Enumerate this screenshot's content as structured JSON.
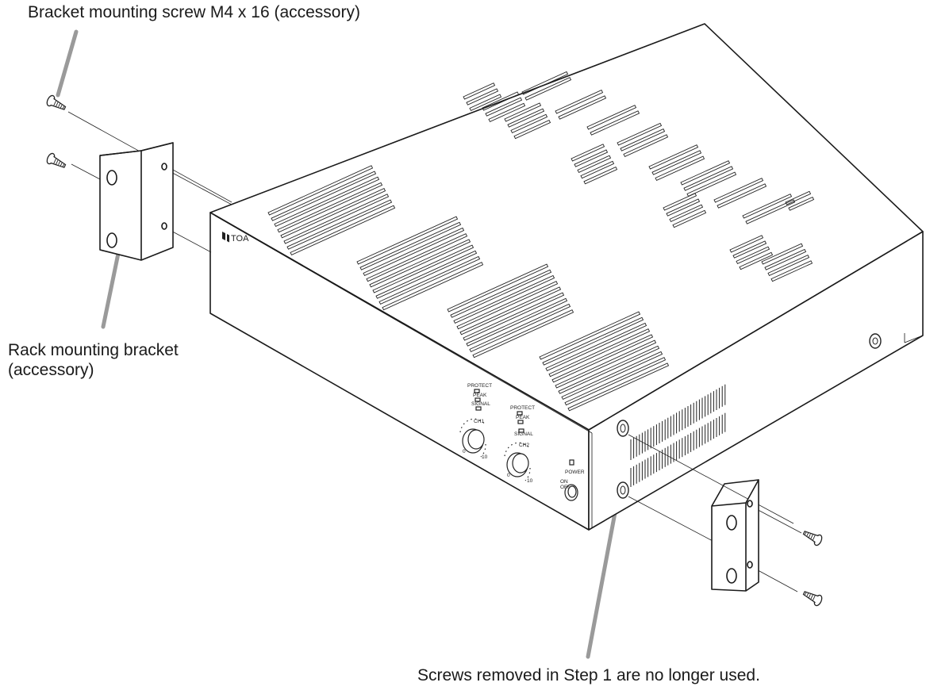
{
  "labels": {
    "bracket_screw": "Bracket mounting screw M4 x 16 (accessory)",
    "rack_bracket_line1": "Rack mounting bracket",
    "rack_bracket_line2": "(accessory)",
    "screws_removed": "Screws removed in Step 1 are no longer used."
  },
  "panel": {
    "brand": "TOA",
    "ch1": {
      "protect": "PROTECT",
      "peak": "PEAK",
      "signal": "SIGNAL",
      "name": "CH1",
      "min": "0",
      "max": "10"
    },
    "ch2": {
      "protect": "PROTECT",
      "peak": "PEAK",
      "signal": "SIGNAL",
      "name": "CH2",
      "min": "0",
      "max": "10"
    },
    "power": "POWER",
    "on": "ON",
    "off": "OFF"
  },
  "colors": {
    "line": "#1a1a1a",
    "leader": "#9a9a9a",
    "fill": "#ffffff"
  }
}
